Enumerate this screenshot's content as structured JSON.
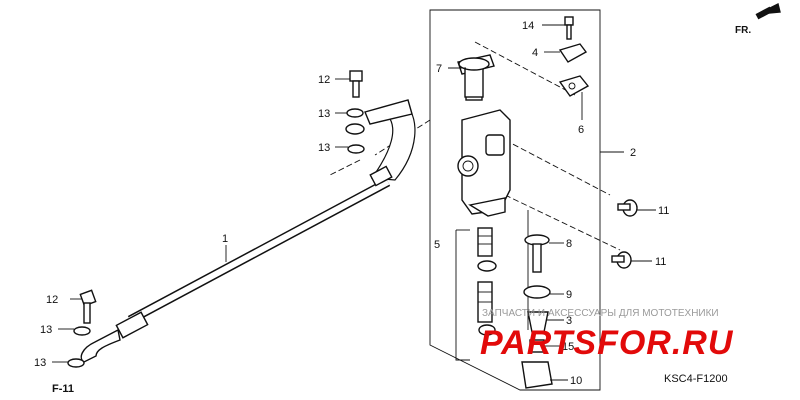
{
  "callouts": {
    "n1": "1",
    "n2": "2",
    "n3": "3",
    "n4": "4",
    "n5": "5",
    "n6": "6",
    "n7": "7",
    "n8": "8",
    "n9": "9",
    "n10": "10",
    "n11a": "11",
    "n11b": "11",
    "n12a": "12",
    "n12b": "12",
    "n13a": "13",
    "n13b": "13",
    "n13c": "13",
    "n13d": "13",
    "n14": "14",
    "n15": "15"
  },
  "direction": {
    "label": "FR."
  },
  "reference": {
    "section": "F-11",
    "diagram_code": "KSC4-F1200"
  },
  "watermark": {
    "tagline": "ЗАПЧАСТИ И АКСЕССУАРЫ ДЛЯ МОТОТЕХНИКИ",
    "brand": "PARTSFOR.RU",
    "brand_color": "#e20a0a"
  }
}
